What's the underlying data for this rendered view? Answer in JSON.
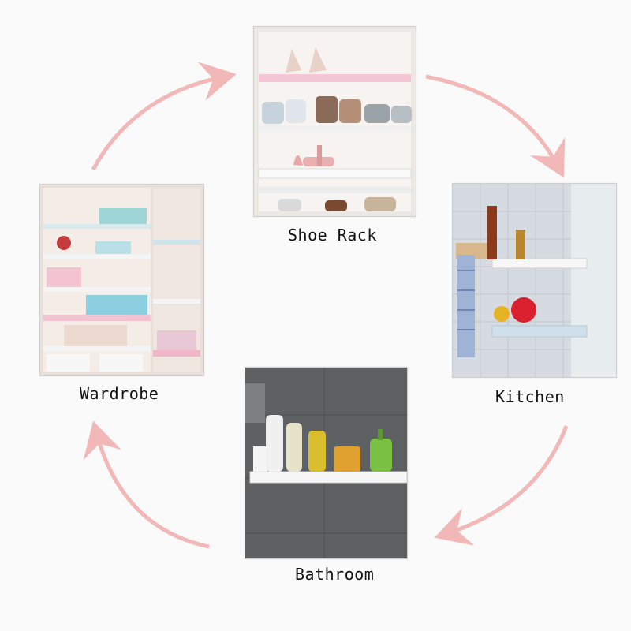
{
  "scenes": {
    "shoe_rack": {
      "label": "Shoe Rack"
    },
    "kitchen": {
      "label": "Kitchen"
    },
    "bathroom": {
      "label": "Bathroom"
    },
    "wardrobe": {
      "label": "Wardrobe"
    }
  },
  "colors": {
    "arrow": "#f2b8b8",
    "shelf": "#f3f3f3",
    "tile": "#d8dde2",
    "bathroom_wall": "#5e6163"
  },
  "icons": [
    "curved-arrow-icon"
  ]
}
